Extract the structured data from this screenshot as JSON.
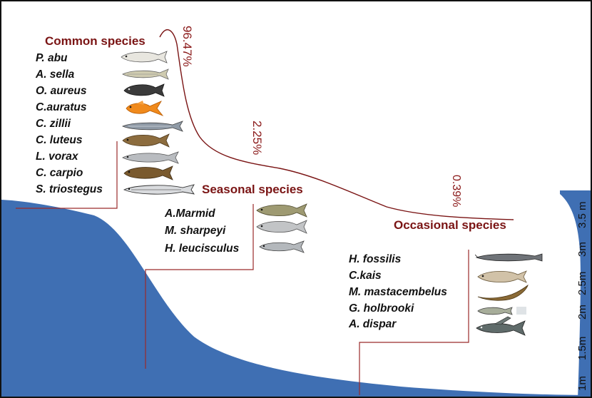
{
  "groups": {
    "common": {
      "title": "Common species",
      "percent": "96.47%",
      "species": [
        "P. abu",
        "A. sella",
        "O. aureus",
        "C.auratus",
        "C. zillii",
        "C. luteus",
        "L. vorax",
        "C. carpio",
        "S. triostegus"
      ]
    },
    "seasonal": {
      "title": "Seasonal species",
      "percent": "2.25%",
      "species": [
        "A.Marmid",
        "M. sharpeyi",
        "H. leucisculus"
      ]
    },
    "occasional": {
      "title": "Occasional species",
      "percent": "0.39%",
      "species": [
        "H. fossilis",
        "C.kais",
        "M. mastacembelus",
        "G. holbrooki",
        "A. dispar"
      ]
    }
  },
  "depth_scale": [
    "1m",
    "1.5m",
    "2m",
    "2.5m",
    "3m",
    "3.5 m"
  ],
  "colors": {
    "water": "#3f6fb3",
    "water_edge": "#2a4f8a",
    "heading": "#7a1414",
    "lines": "#9a2a2a"
  },
  "icons": {
    "fish": "fish-icon",
    "eel": "eel-icon",
    "goldfish": "goldfish-icon"
  }
}
